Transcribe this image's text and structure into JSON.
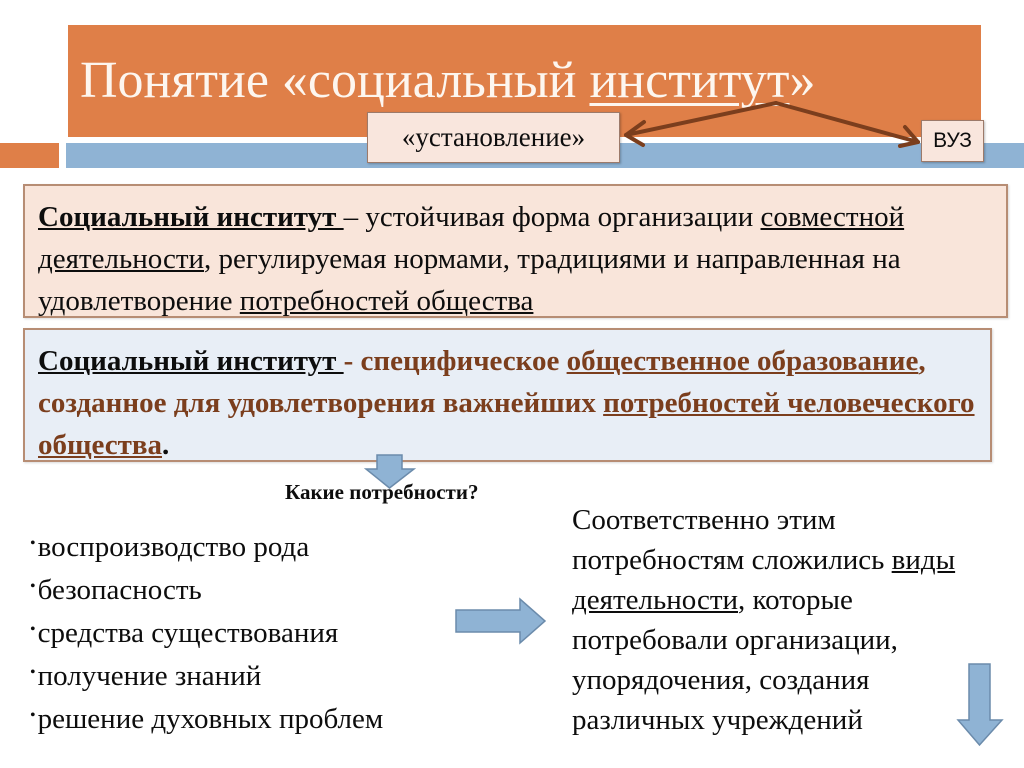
{
  "slide": {
    "title": {
      "prefix": "Понятие «социальный ",
      "underlined": "институт",
      "suffix": "»"
    },
    "tags": {
      "left": "«установление»",
      "right": "ВУЗ"
    },
    "definition_1": {
      "term": "Социальный институт ",
      "dash": " – устойчивая форма организации ",
      "underlined_1": "совместной деятельности",
      "middle": ", регулируемая нормами, традициями и направленная на удовлетворение ",
      "underlined_2": "потребностей общества"
    },
    "definition_2": {
      "term": "Социальный институт  ",
      "dash": " - специфическое ",
      "underlined_1": "общественное образование",
      "middle": ", созданное для удовлетворения важнейших ",
      "underlined_2": "потребностей человеческого общества",
      "end": "."
    },
    "question": "Какие потребности?",
    "needs": [
      "воспроизводство рода",
      "безопасность",
      "средства существования",
      "получение знаний",
      "решение духовных проблем"
    ],
    "bullet": "•",
    "result": {
      "part1": "Соответственно этим потребностям сложились ",
      "underlined": "виды деятельности",
      "part2": ", которые потребовали организации, упорядочения, создания различных учреждений"
    },
    "colors": {
      "title_band": "#df7f48",
      "accent_blue": "#8fb3d4",
      "tag_fill": "#f9e6dd",
      "def1_fill": "#f9e5da",
      "def2_fill": "#e8eef6",
      "brown_text": "#7b3e1d",
      "arrow_fill": "#8fb3d4",
      "connector": "#7b3e1d"
    }
  }
}
